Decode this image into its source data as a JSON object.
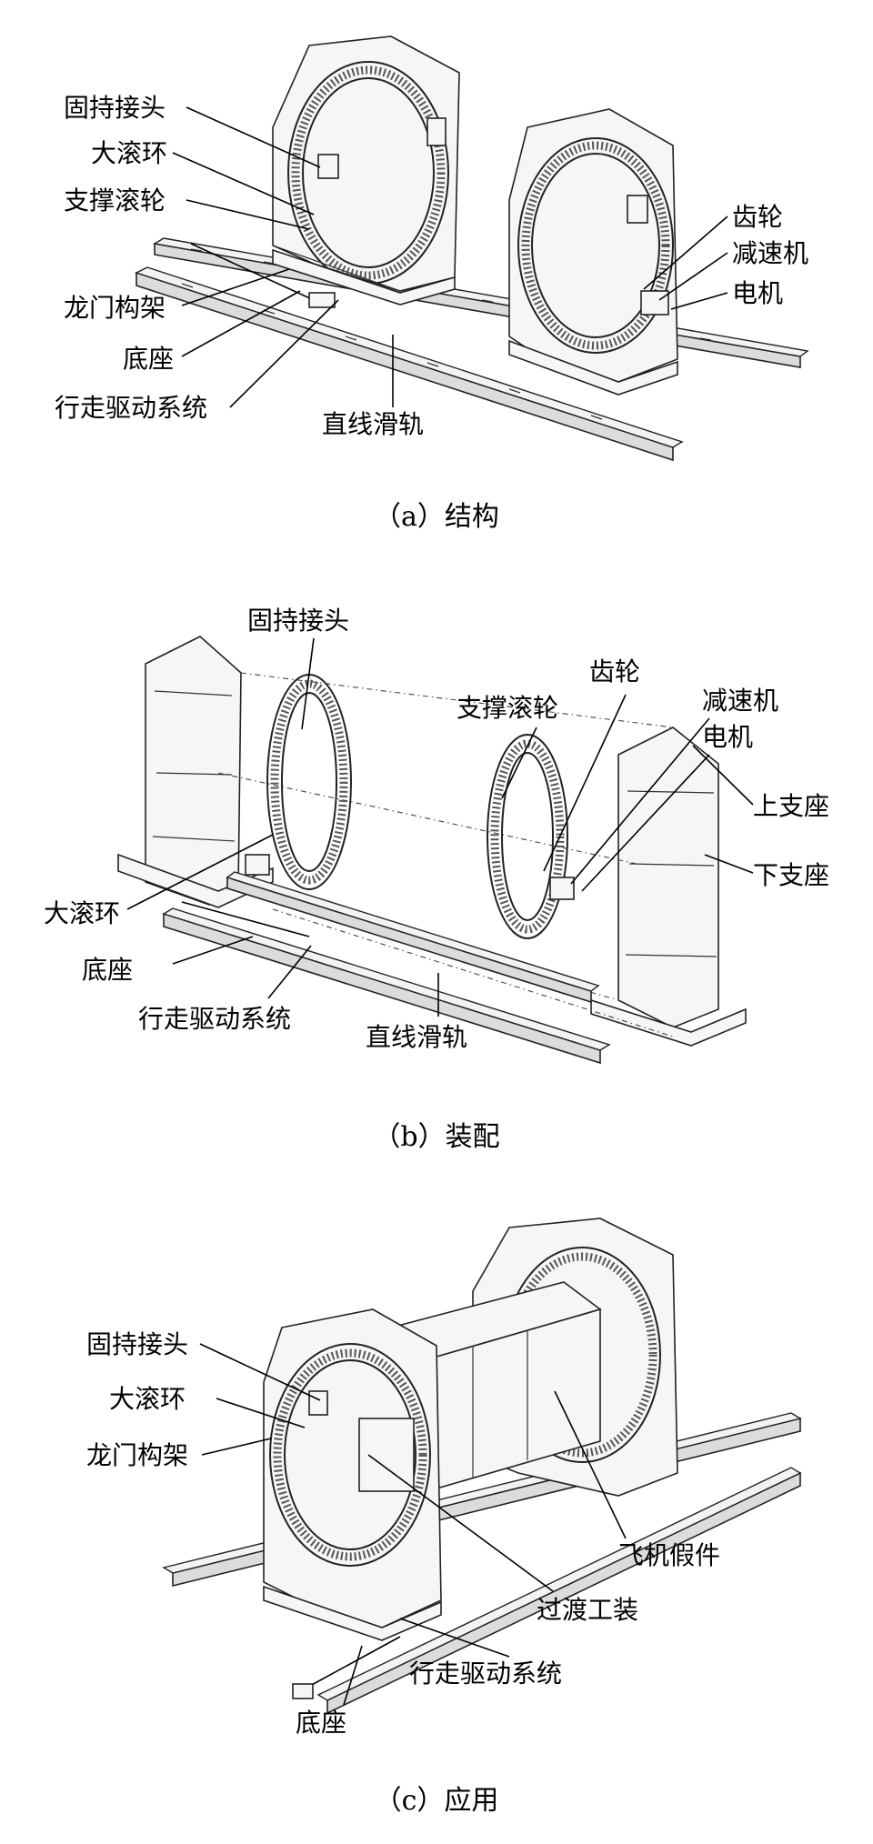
{
  "panels": {
    "a": {
      "caption": "（a）结构",
      "labels": {
        "gu_chi_jie_tou": "固持接头",
        "da_gun_huan": "大滚环",
        "zhi_cheng_gun_lun": "支撑滚轮",
        "long_men_gou_jia": "龙门构架",
        "di_zuo": "底座",
        "xing_zou_qu_dong": "行走驱动系统",
        "zhi_xian_hua_gui": "直线滑轨",
        "chi_lun": "齿轮",
        "jian_su_ji": "减速机",
        "dian_ji": "电机"
      }
    },
    "b": {
      "caption": "（b）装配",
      "labels": {
        "gu_chi_jie_tou": "固持接头",
        "chi_lun": "齿轮",
        "jian_su_ji": "减速机",
        "dian_ji": "电机",
        "zhi_cheng_gun_lun": "支撑滚轮",
        "shang_zhi_zuo": "上支座",
        "xia_zhi_zuo": "下支座",
        "da_gun_huan": "大滚环",
        "di_zuo": "底座",
        "xing_zou_qu_dong": "行走驱动系统",
        "zhi_xian_hua_gui": "直线滑轨"
      }
    },
    "c": {
      "caption": "（c）应用",
      "labels": {
        "gu_chi_jie_tou": "固持接头",
        "da_gun_huan": "大滚环",
        "long_men_gou_jia": "龙门构架",
        "fei_ji_jia_jian": "飞机假件",
        "guo_du_gong_zhuang": "过渡工装",
        "xing_zou_qu_dong": "行走驱动系统",
        "di_zuo": "底座"
      }
    }
  }
}
